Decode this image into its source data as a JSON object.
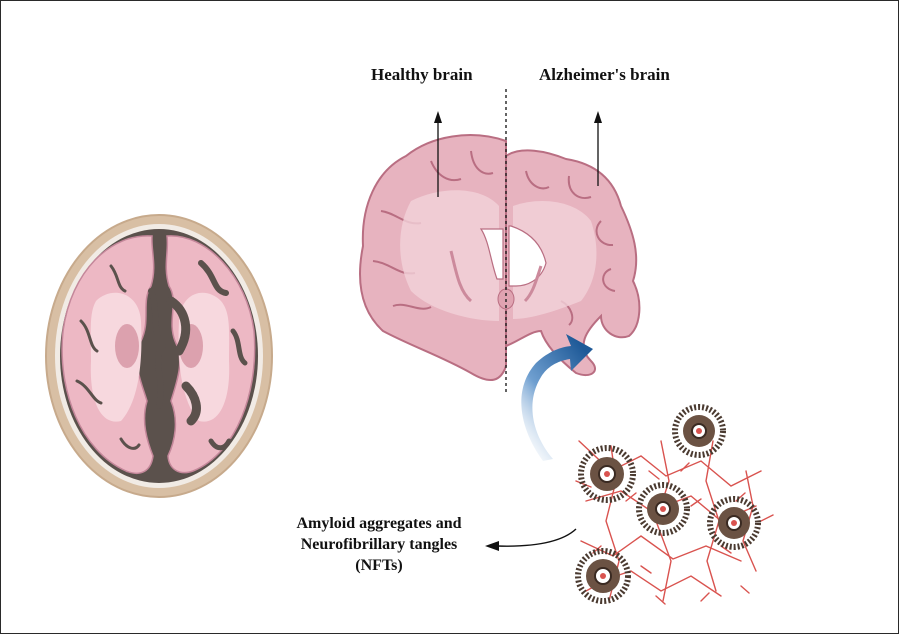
{
  "labels": {
    "healthy": "Healthy brain",
    "alzheimers": "Alzheimer's brain"
  },
  "caption": {
    "line1": "Amyloid aggregates and",
    "line2": "Neurofibrillary tangles",
    "line3": "(NFTs)"
  },
  "colors": {
    "brain_pink": "#e7b3bf",
    "brain_outline": "#b96e82",
    "white_matter": "#f6dce2",
    "ventricle": "#5a4f4a",
    "skull": "#d9c0a6",
    "arrow_blue": "#2f6aa6",
    "fiber_red": "#d9534f",
    "plaque_core": "#3a2a22"
  },
  "icons": {
    "axial_scan": "axial-brain-icon",
    "coronal_section": "coronal-brain-icon",
    "plaques": "amyloid-plaque-icon"
  }
}
